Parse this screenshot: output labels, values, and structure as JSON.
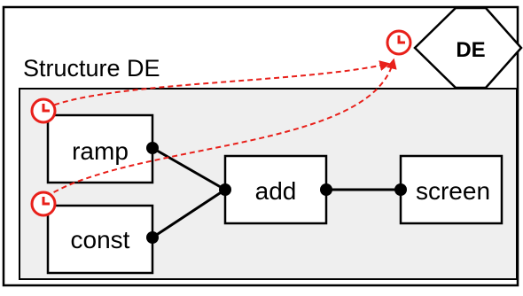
{
  "diagram": {
    "structure_label": "Structure DE",
    "director_label": "DE",
    "actors": {
      "ramp": "ramp",
      "const": "const",
      "add": "add",
      "screen": "screen"
    },
    "colors": {
      "clock": "#e8201a",
      "dashed_link": "#e8201a",
      "inner_fill": "#efefef",
      "stroke": "#000000"
    },
    "icons": [
      "clock-icon",
      "port-dot"
    ]
  }
}
